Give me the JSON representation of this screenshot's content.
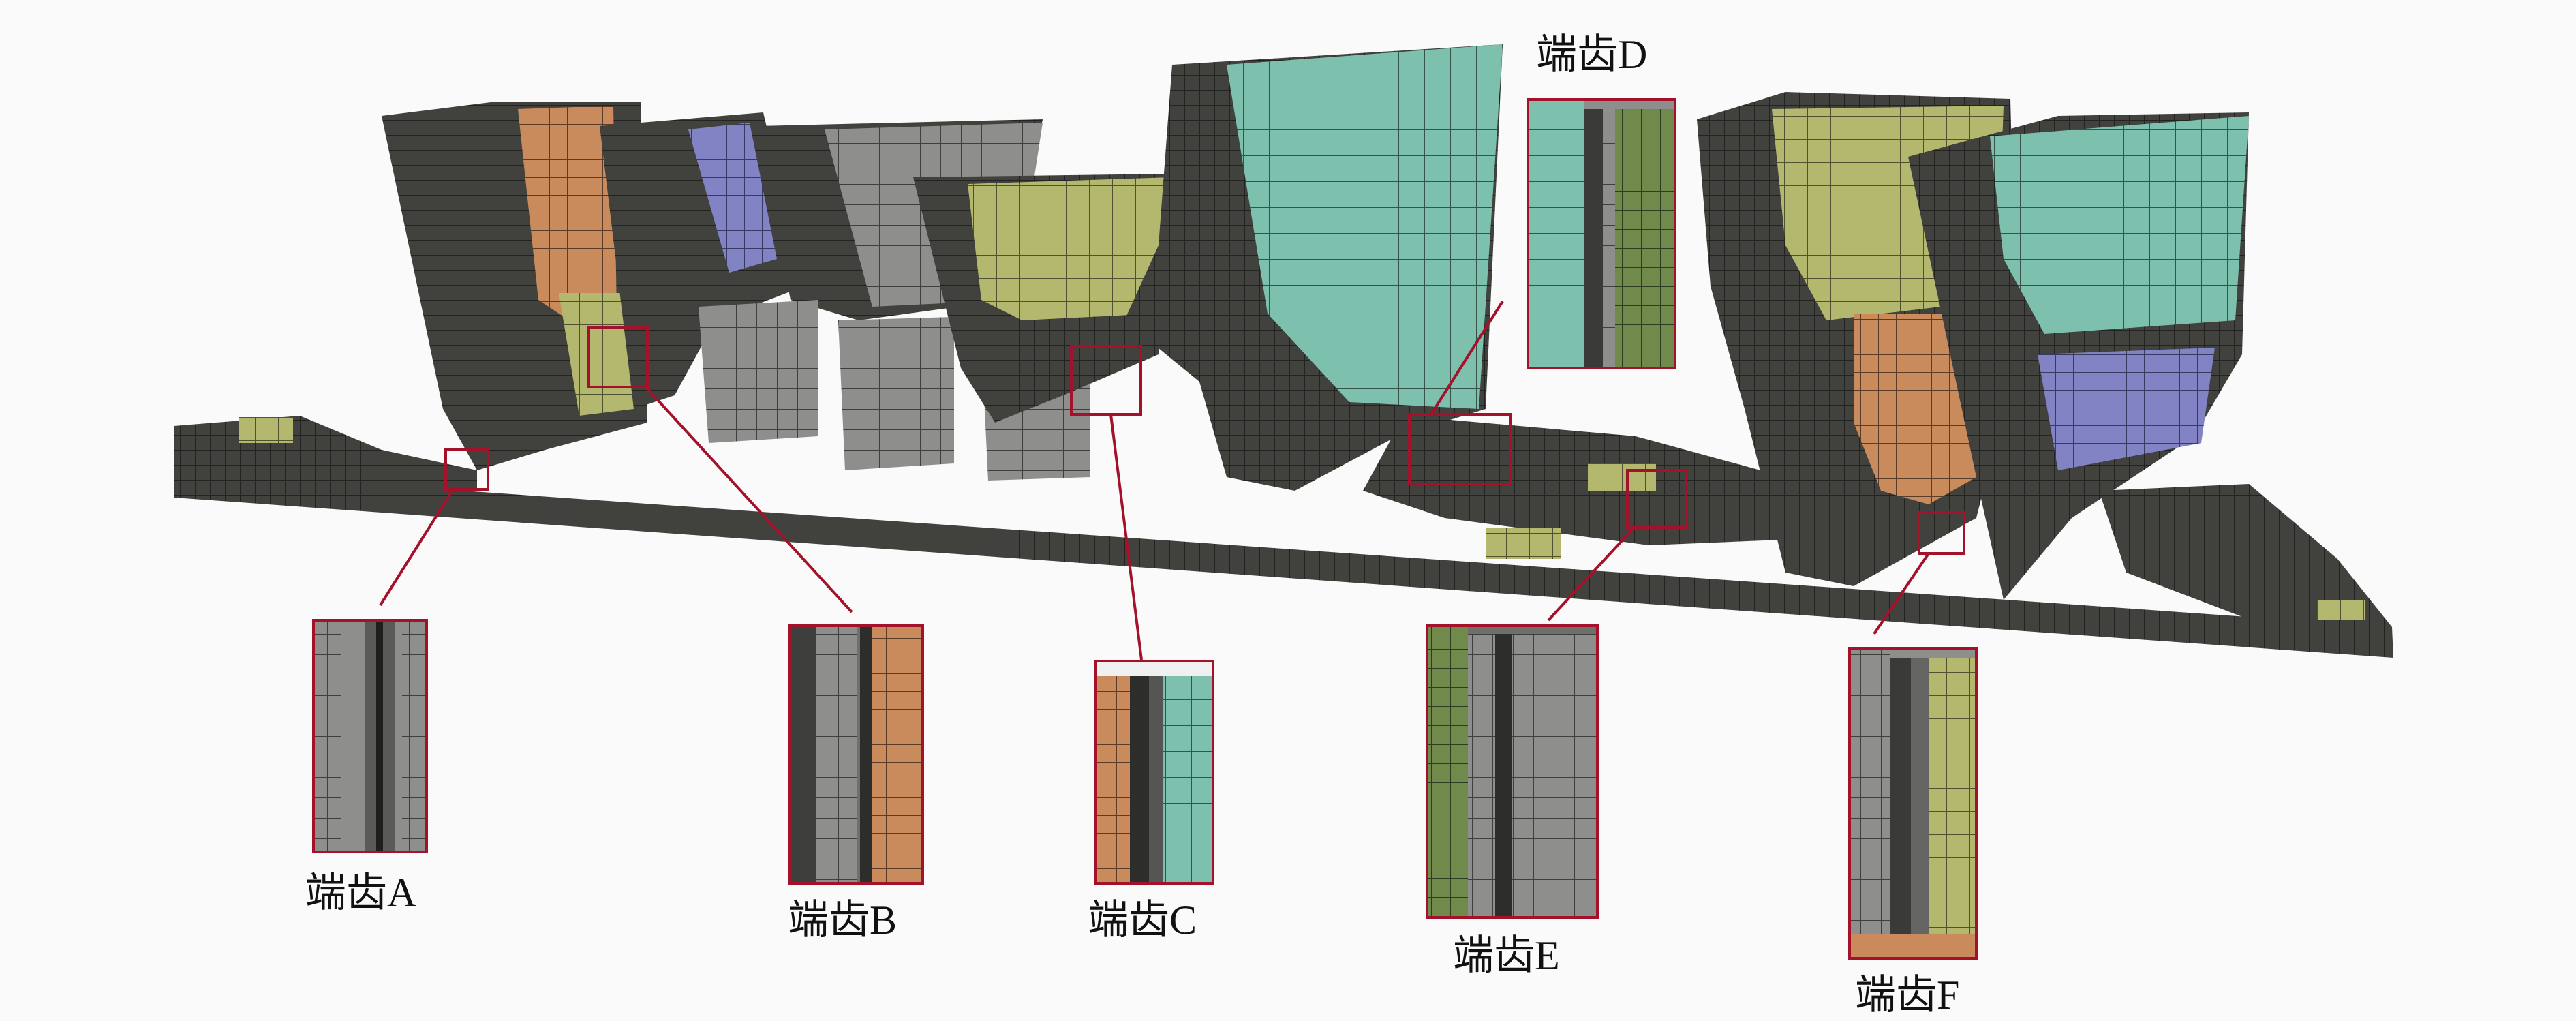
{
  "labels": {
    "A": "端齿A",
    "B": "端齿B",
    "C": "端齿C",
    "D": "端齿D",
    "E": "端齿E",
    "F": "端齿F"
  },
  "colors": {
    "background": "#fafafa",
    "mesh_dark": "#3a3b38",
    "mesh_line": "#1e1f1d",
    "callout_red": "#a3122a",
    "orange": "#c98a5c",
    "teal": "#7cc0ad",
    "yellow_green": "#aeb56a",
    "purple": "#7f7fbf",
    "light_gray": "#8c8c8c",
    "green": "#6f8a4a"
  }
}
